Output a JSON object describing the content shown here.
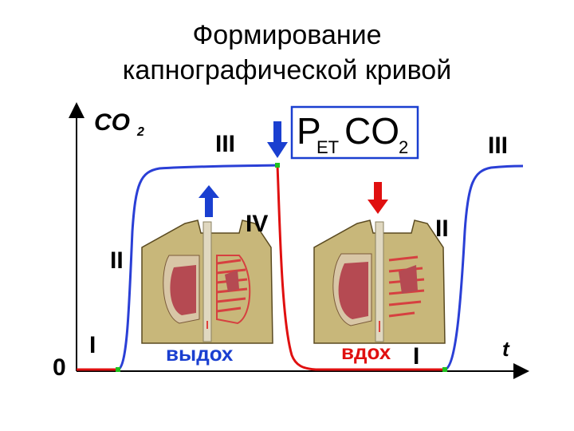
{
  "title": {
    "line1": "Формирование",
    "line2": "капнографической кривой"
  },
  "axes": {
    "y_label_main": "CO",
    "y_label_sub": "2",
    "origin": "0",
    "x_label": "t"
  },
  "phase_labels": {
    "I": "I",
    "II_left": "II",
    "III_left": "III",
    "IV": "IV",
    "II_right": "II",
    "III_right": "III",
    "I_right": "I"
  },
  "etco2_box": {
    "p": "P",
    "sub1": "ET",
    "co": "CO",
    "sub2": "2"
  },
  "captions": {
    "exhale": "выдох",
    "inhale": "вдох"
  },
  "colors": {
    "curve_co2": "#2a3fd6",
    "curve_baseline": "#e01010",
    "marker": "#1ec01e",
    "arrow_up": "#1a3fd0",
    "arrow_down": "#e01010",
    "box_border": "#1a3fd0",
    "skin": "#c8b77a",
    "lung": "#b54a52",
    "rib": "#d64040",
    "caption": "#1a3fd0"
  }
}
